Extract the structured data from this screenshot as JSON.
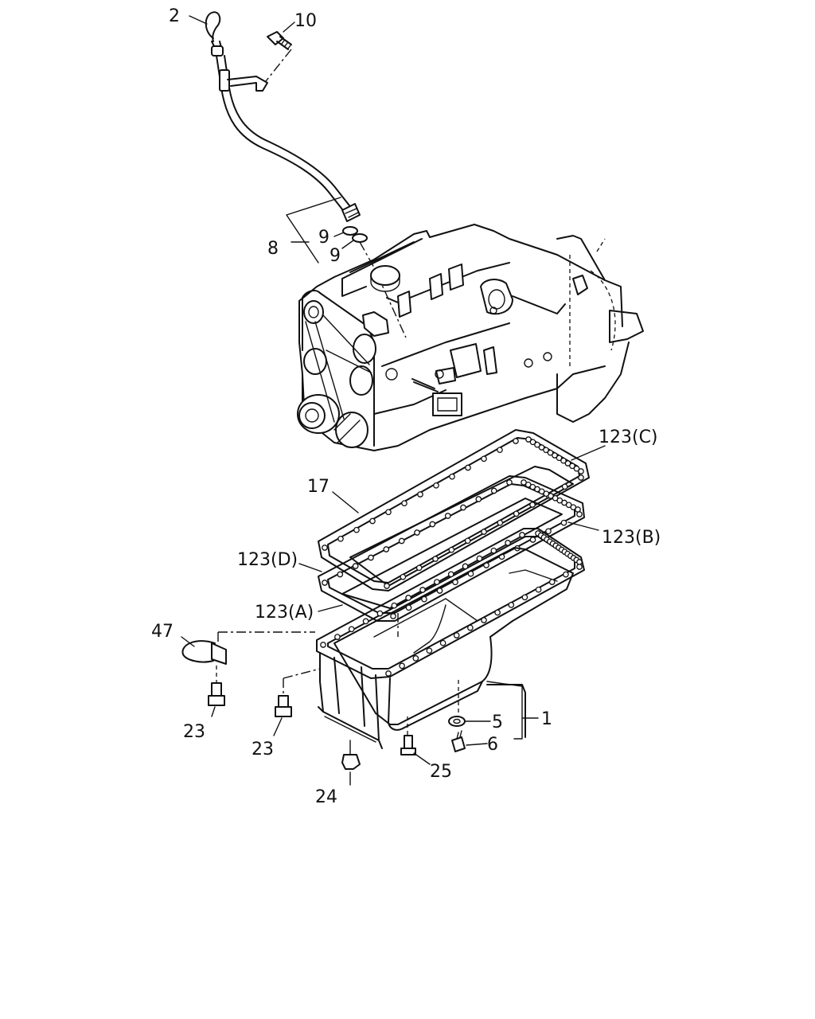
{
  "diagram": {
    "callouts": [
      {
        "id": "c2",
        "text": "2"
      },
      {
        "id": "c10",
        "text": "10"
      },
      {
        "id": "c8",
        "text": "8"
      },
      {
        "id": "c9a",
        "text": "9"
      },
      {
        "id": "c9b",
        "text": "9"
      },
      {
        "id": "c123c",
        "text": "123(C)"
      },
      {
        "id": "c17",
        "text": "17"
      },
      {
        "id": "c123b",
        "text": "123(B)"
      },
      {
        "id": "c123d",
        "text": "123(D)"
      },
      {
        "id": "c123a",
        "text": "123(A)"
      },
      {
        "id": "c47",
        "text": "47"
      },
      {
        "id": "c1",
        "text": "1"
      },
      {
        "id": "c5",
        "text": "5"
      },
      {
        "id": "c6",
        "text": "6"
      },
      {
        "id": "c23a",
        "text": "23"
      },
      {
        "id": "c23b",
        "text": "23"
      },
      {
        "id": "c25",
        "text": "25"
      },
      {
        "id": "c24",
        "text": "24"
      }
    ]
  }
}
